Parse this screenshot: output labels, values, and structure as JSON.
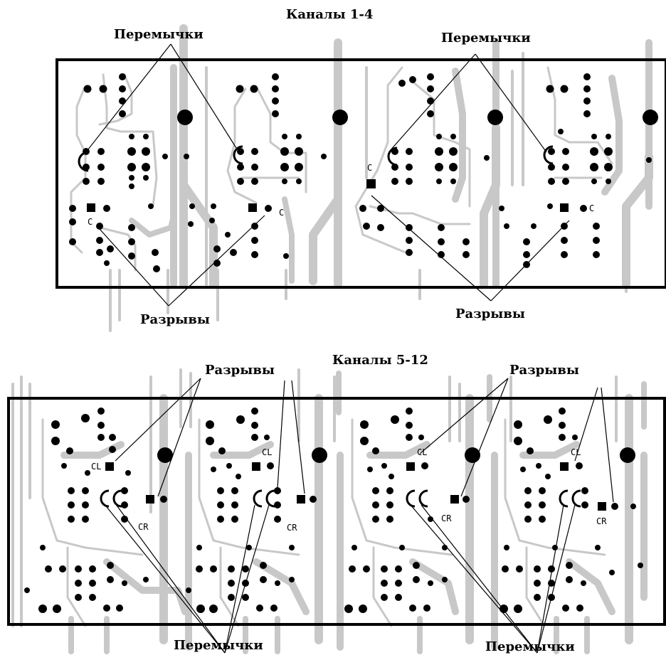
{
  "diagram": {
    "section1_title": "Каналы 1-4",
    "section2_title": "Каналы 5-12",
    "labels": {
      "jumpers": "Перемычки",
      "breaks": "Разрывы"
    },
    "refs": {
      "c": "C",
      "cl": "CL",
      "cr": "CR"
    },
    "colors": {
      "trace": "#c8c8c8",
      "copper": "#000000",
      "background": "#ffffff"
    }
  }
}
